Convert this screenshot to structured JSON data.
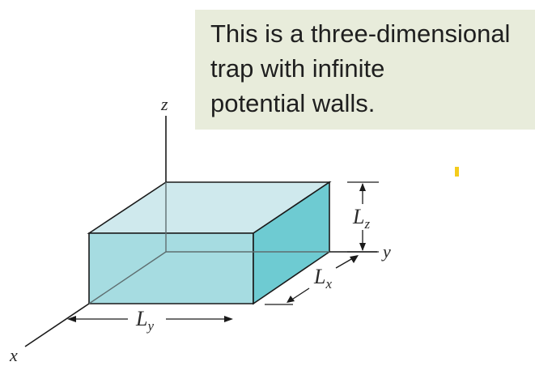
{
  "callout": {
    "lines": [
      "This is a three-dimensional",
      "trap with infinite",
      "potential walls."
    ]
  },
  "axes": {
    "x_label": "x",
    "y_label": "y",
    "z_label": "z"
  },
  "dimensions": {
    "lx": {
      "base": "L",
      "sub": "x"
    },
    "ly": {
      "base": "L",
      "sub": "y"
    },
    "lz": {
      "base": "L",
      "sub": "z"
    }
  },
  "colors": {
    "box_top": "#cfe9ed",
    "box_front": "#a6dce1",
    "box_right": "#6ecbd2",
    "callout_bg": "#e8ecdb",
    "marker": "#f4cc1c"
  }
}
